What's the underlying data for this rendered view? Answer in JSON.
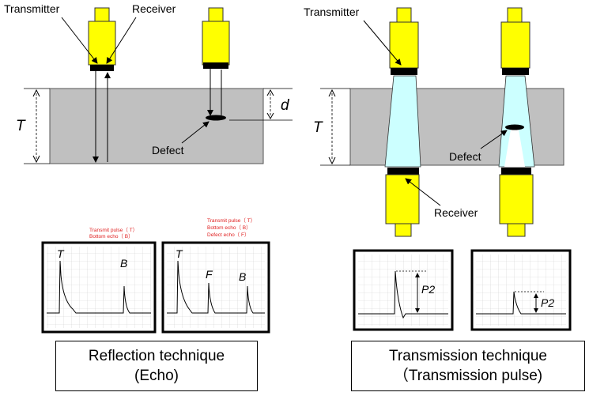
{
  "reflection": {
    "labels": {
      "transmitter": "Transmitter",
      "receiver": "Receiver",
      "defect": "Defect",
      "thickness": "T",
      "depth": "d"
    },
    "legend_1": [
      "Transmit pulse（ T）",
      "Bottom echo（ B）"
    ],
    "legend_2": [
      "Transmit pulse（ T）",
      "Bottom echo（ B）",
      "Defect echo（ F）"
    ],
    "scope_1": {
      "peak_t": "T",
      "peak_b": "B"
    },
    "scope_2": {
      "peak_t": "T",
      "peak_f": "F",
      "peak_b": "B"
    },
    "caption": {
      "line1": "Reflection technique",
      "line2": "(Echo)"
    }
  },
  "transmission": {
    "labels": {
      "transmitter": "Transmitter",
      "receiver": "Receiver",
      "defect": "Defect",
      "thickness": "T"
    },
    "scope_1": {
      "amplitude": "P2"
    },
    "scope_2": {
      "amplitude": "P2"
    },
    "caption": {
      "line1": "Transmission technique",
      "line2": "（Transmission pulse)"
    }
  },
  "colors": {
    "probe_body": "#ffff00",
    "material": "#c0c0c0",
    "beam": "#ccffff",
    "legend_text": "#e02020"
  }
}
